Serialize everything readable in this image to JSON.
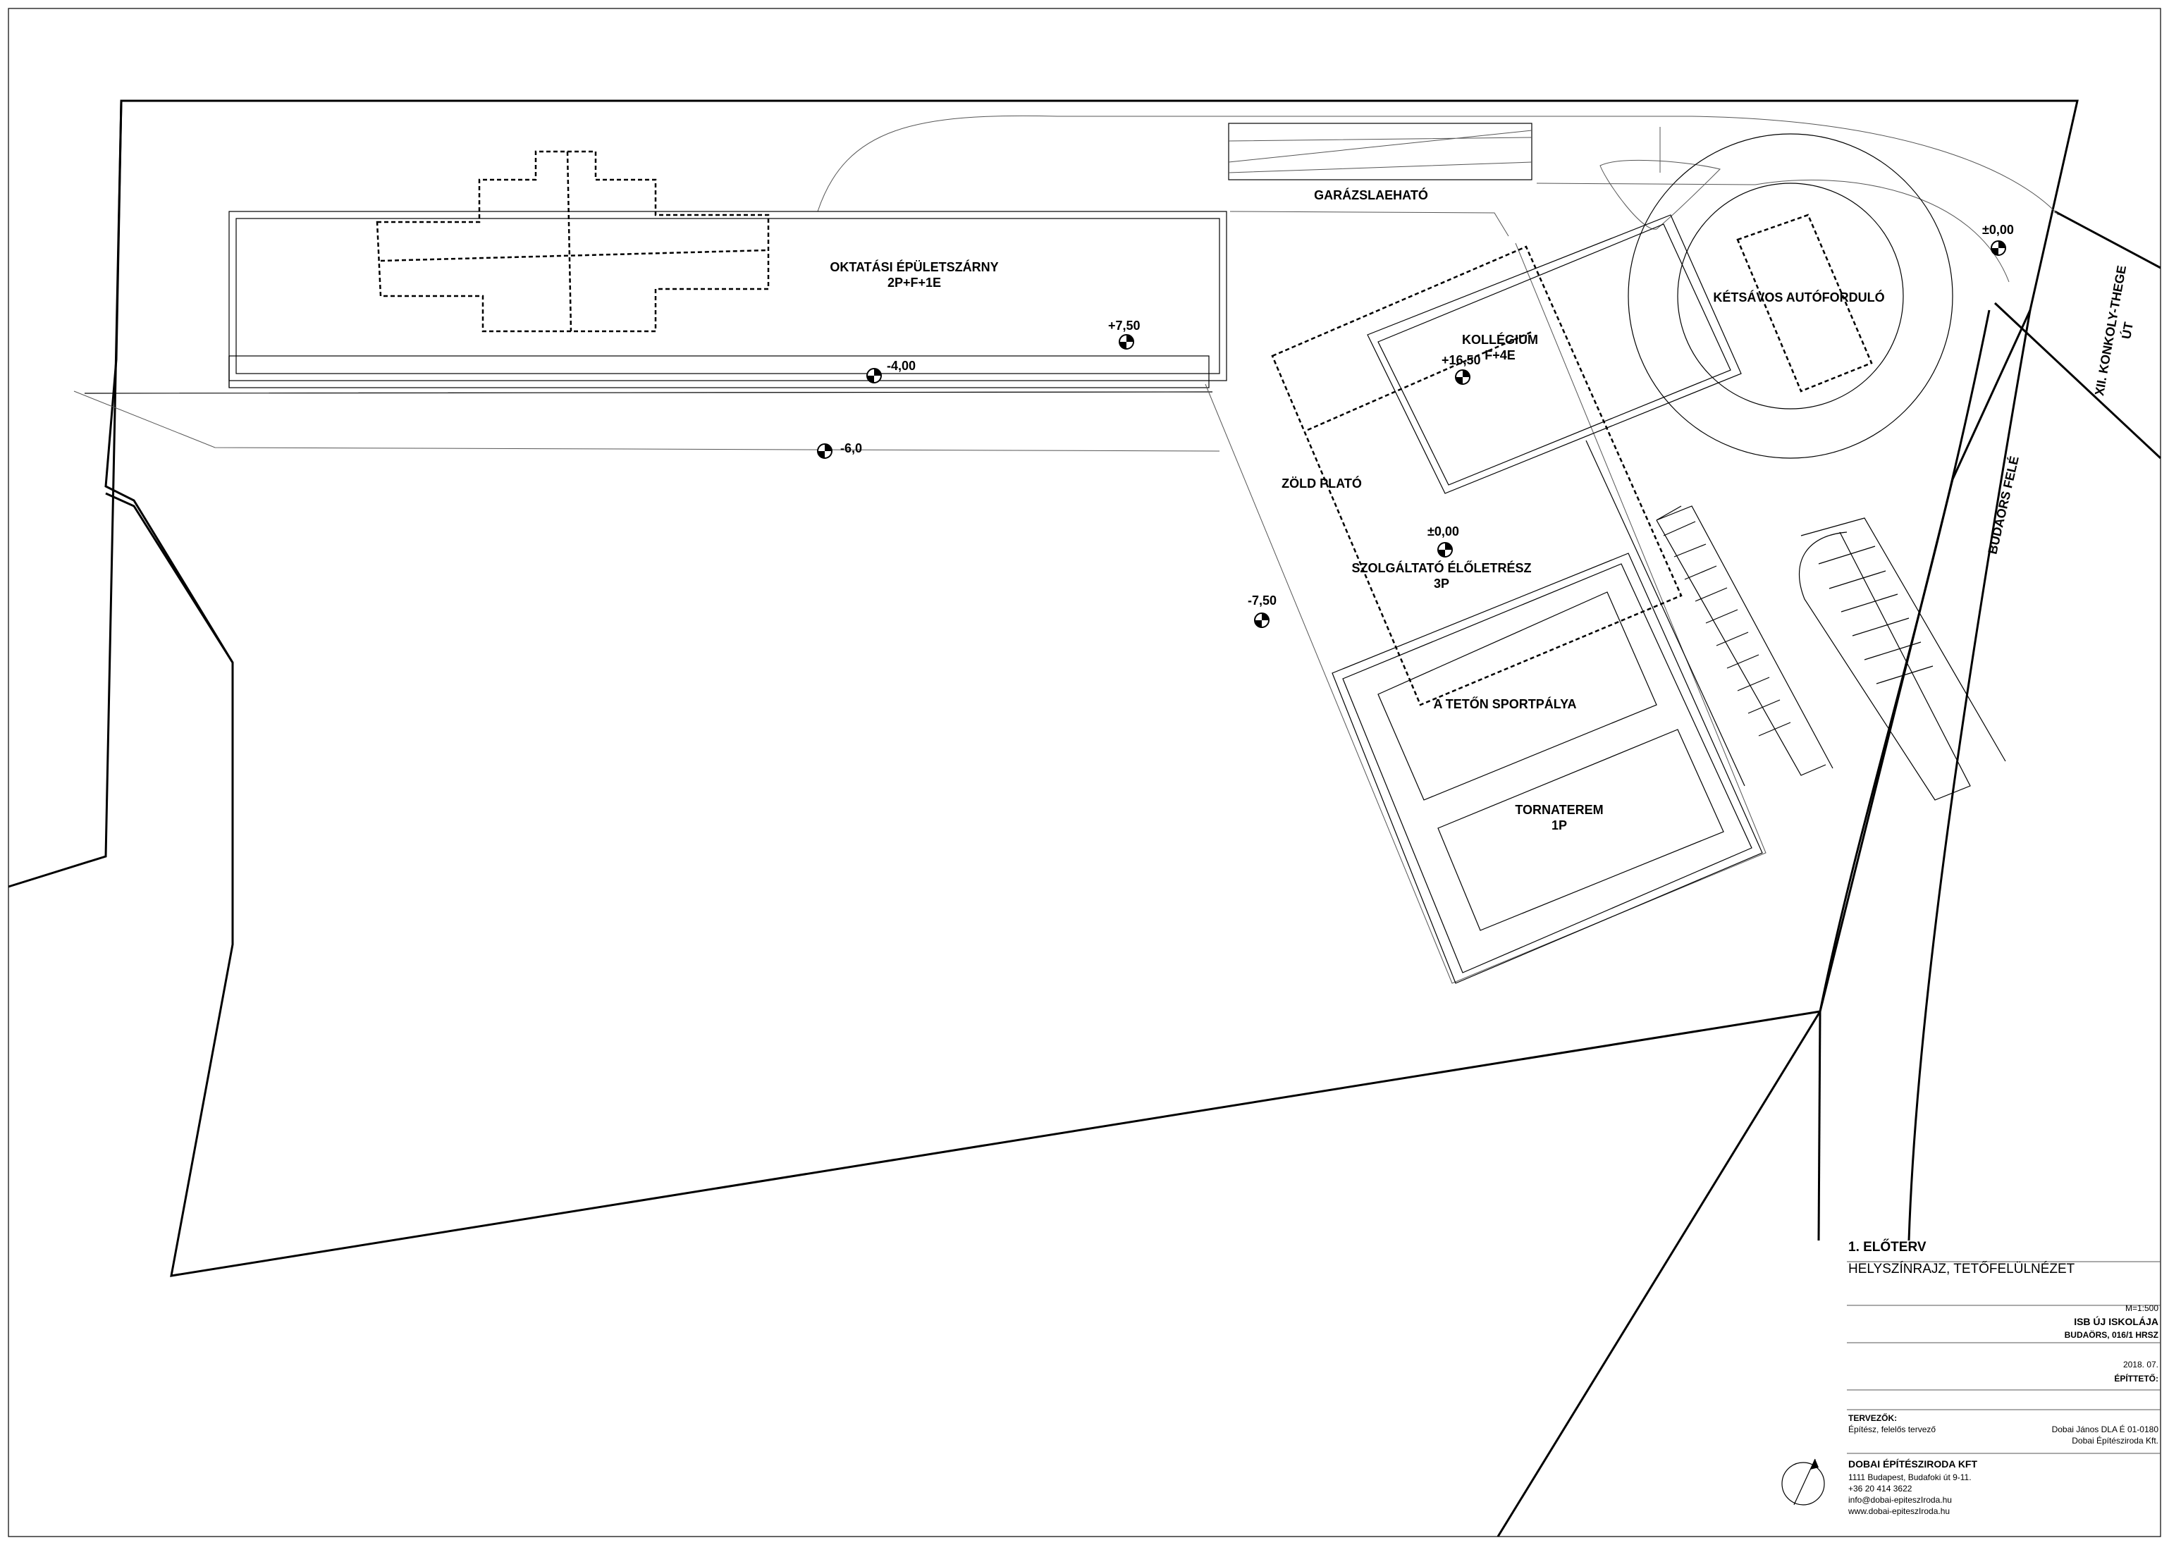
{
  "labels": {
    "oktatasi_title": "OKTATÁSI ÉPÜLETSZÁRNY",
    "oktatasi_sub": "2P+F+1E",
    "garazs": "GARÁZSLAEHATÓ",
    "autofordulo": "KÉTSÁVOS AUTÓFORDULÓ",
    "kollegium_title": "KOLLÉGIUM",
    "kollegium_sub": "F+4E",
    "zold_plato": "ZÖLD PLATÓ",
    "szolgaltato_title": "SZOLGÁLTATÓ ÉLŐLETRÉSZ",
    "szolgaltato_sub": "3P",
    "sportpalya": "A TETŐN SPORTPÁLYA",
    "tornaterem_title": "TORNATEREM",
    "tornaterem_sub": "1P",
    "konkoly_line1": "XII. KONKOLY-THEGE",
    "konkoly_line2": "ÚT",
    "budaors_fele": "BUDAÖRS FELÉ"
  },
  "levels": {
    "plus_750": "+7,50",
    "minus_400": "-4,00",
    "minus_60": "-6,0",
    "zero_road": "±0,00",
    "plus_1650": "+16,50",
    "zero_center": "±0,00",
    "minus_750": "-7,50"
  },
  "title_block": {
    "plan_number": "1. ELŐTERV",
    "plan_title": "HELYSZÍNRAJZ, TETŐFELÜLNÉZET",
    "scale": "M=1:500",
    "project": "ISB ÚJ ISKOLÁJA",
    "location": "BUDAÖRS, 016/1 HRSZ",
    "date": "2018. 07.",
    "client_label": "ÉPÍTTETŐ:",
    "designers_label": "TERVEZŐK:",
    "role": "Építész, felelős tervező",
    "designer_name": "Dobai János DLA É 01-0180",
    "designer_firm": "Dobai Építésziroda Kft.",
    "firm_name": "DOBAI ÉPÍTÉSZIRODA KFT",
    "address": "1111 Budapest, Budafoki út 9-11.",
    "phone": "+36 20 414 3622",
    "email": "info@dobai-epiteszIroda.hu",
    "web": "www.dobai-epiteszIroda.hu"
  }
}
